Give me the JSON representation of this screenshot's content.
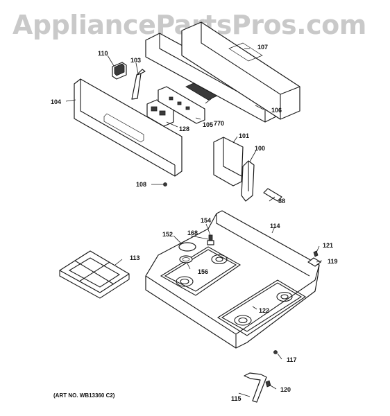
{
  "watermark": "AppliancePartsPros.com",
  "art_number": "(ART NO. WB13360 C2)",
  "parts": [
    {
      "id": "110",
      "label": "110"
    },
    {
      "id": "103",
      "label": "103"
    },
    {
      "id": "107",
      "label": "107"
    },
    {
      "id": "104",
      "label": "104"
    },
    {
      "id": "106",
      "label": "106"
    },
    {
      "id": "128",
      "label": "128"
    },
    {
      "id": "105",
      "label": "105"
    },
    {
      "id": "770",
      "label": "770"
    },
    {
      "id": "101",
      "label": "101"
    },
    {
      "id": "100",
      "label": "100"
    },
    {
      "id": "108",
      "label": "108"
    },
    {
      "id": "88",
      "label": "88"
    },
    {
      "id": "154",
      "label": "154"
    },
    {
      "id": "114",
      "label": "114"
    },
    {
      "id": "152",
      "label": "152"
    },
    {
      "id": "168",
      "label": "168"
    },
    {
      "id": "121",
      "label": "121"
    },
    {
      "id": "113",
      "label": "113"
    },
    {
      "id": "156",
      "label": "156"
    },
    {
      "id": "119",
      "label": "119"
    },
    {
      "id": "122",
      "label": "122"
    },
    {
      "id": "117",
      "label": "117"
    },
    {
      "id": "120",
      "label": "120"
    },
    {
      "id": "115",
      "label": "115"
    }
  ]
}
